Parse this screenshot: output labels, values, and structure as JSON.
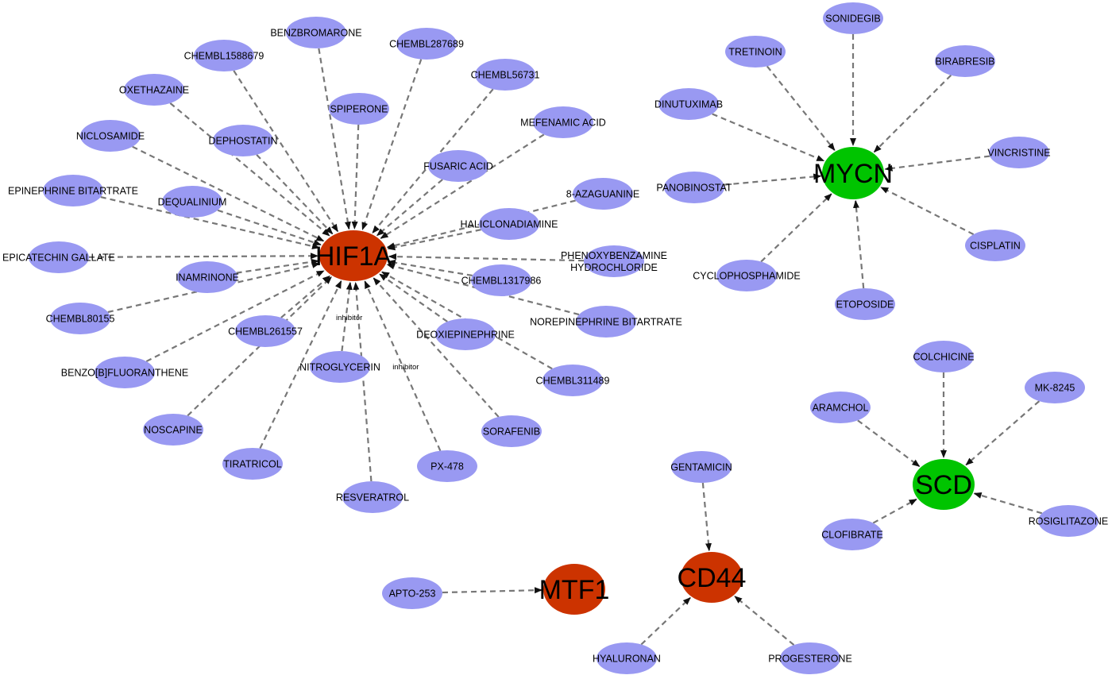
{
  "colors": {
    "drug_node": "#9999f2",
    "target_red": "#cc3300",
    "target_green": "#00c400",
    "edge": "#777777"
  },
  "targets": [
    {
      "id": "hif1a",
      "label": "HIF1A",
      "color": "#cc3300"
    },
    {
      "id": "mycn",
      "label": "MYCN",
      "color": "#00c400"
    },
    {
      "id": "scd",
      "label": "SCD",
      "color": "#00c400"
    },
    {
      "id": "cd44",
      "label": "CD44",
      "color": "#cc3300"
    },
    {
      "id": "mtf1",
      "label": "MTF1",
      "color": "#cc3300"
    }
  ],
  "drugs": [
    {
      "id": "benzbromarone",
      "label": "BENZBROMARONE",
      "target": "hif1a"
    },
    {
      "id": "chembl287689",
      "label": "CHEMBL287689",
      "target": "hif1a"
    },
    {
      "id": "chembl1588679",
      "label": "CHEMBL1588679",
      "target": "hif1a"
    },
    {
      "id": "chembl56731",
      "label": "CHEMBL56731",
      "target": "hif1a"
    },
    {
      "id": "oxethazaine",
      "label": "OXETHAZAINE",
      "target": "hif1a"
    },
    {
      "id": "spiperone",
      "label": "SPIPERONE",
      "target": "hif1a"
    },
    {
      "id": "mefenamic",
      "label": "MEFENAMIC ACID",
      "target": "hif1a"
    },
    {
      "id": "niclosamide",
      "label": "NICLOSAMIDE",
      "target": "hif1a"
    },
    {
      "id": "dephostatin",
      "label": "DEPHOSTATIN",
      "target": "hif1a"
    },
    {
      "id": "fusaric",
      "label": "FUSARIC ACID",
      "target": "hif1a"
    },
    {
      "id": "epinephrine",
      "label": "EPINEPHRINE BITARTRATE",
      "target": "hif1a"
    },
    {
      "id": "dequalinium",
      "label": "DEQUALINIUM",
      "target": "hif1a"
    },
    {
      "id": "azaguanine",
      "label": "8-AZAGUANINE",
      "target": "hif1a"
    },
    {
      "id": "haliclonadiamine",
      "label": "HALICLONADIAMINE",
      "target": "hif1a"
    },
    {
      "id": "epicatechin",
      "label": "EPICATECHIN GALLATE",
      "target": "hif1a"
    },
    {
      "id": "phenoxybenzamine",
      "label": "PHENOXYBENZAMINE",
      "label2": "HYDROCHLORIDE",
      "target": "hif1a"
    },
    {
      "id": "inamrinone",
      "label": "INAMRINONE",
      "target": "hif1a"
    },
    {
      "id": "chembl1317986",
      "label": "CHEMBL1317986",
      "target": "hif1a"
    },
    {
      "id": "chembl80155",
      "label": "CHEMBL80155",
      "target": "hif1a"
    },
    {
      "id": "norepinephrine",
      "label": "NOREPINEPHRINE BITARTRATE",
      "target": "hif1a"
    },
    {
      "id": "chembl261557",
      "label": "CHEMBL261557",
      "target": "hif1a"
    },
    {
      "id": "deoxiepinephrine",
      "label": "DEOXIEPINEPHRINE",
      "target": "hif1a"
    },
    {
      "id": "benzofluoranthene",
      "label": "BENZO[B]FLUORANTHENE",
      "target": "hif1a"
    },
    {
      "id": "nitroglycerin",
      "label": "NITROGLYCERIN",
      "target": "hif1a",
      "edge_label": "inhibitor"
    },
    {
      "id": "chembl311489",
      "label": "CHEMBL311489",
      "target": "hif1a"
    },
    {
      "id": "noscapine",
      "label": "NOSCAPINE",
      "target": "hif1a"
    },
    {
      "id": "sorafenib",
      "label": "SORAFENIB",
      "target": "hif1a"
    },
    {
      "id": "tiratricol",
      "label": "TIRATRICOL",
      "target": "hif1a"
    },
    {
      "id": "px478",
      "label": "PX-478",
      "target": "hif1a",
      "edge_label": "inhibitor"
    },
    {
      "id": "resveratrol",
      "label": "RESVERATROL",
      "target": "hif1a"
    },
    {
      "id": "sonidegib",
      "label": "SONIDEGIB",
      "target": "mycn"
    },
    {
      "id": "tretinoin",
      "label": "TRETINOIN",
      "target": "mycn"
    },
    {
      "id": "birabresib",
      "label": "BIRABRESIB",
      "target": "mycn"
    },
    {
      "id": "dinutuximab",
      "label": "DINUTUXIMAB",
      "target": "mycn"
    },
    {
      "id": "vincristine",
      "label": "VINCRISTINE",
      "target": "mycn"
    },
    {
      "id": "panobinostat",
      "label": "PANOBINOSTAT",
      "target": "mycn"
    },
    {
      "id": "cisplatin",
      "label": "CISPLATIN",
      "target": "mycn"
    },
    {
      "id": "cyclophosphamide",
      "label": "CYCLOPHOSPHAMIDE",
      "target": "mycn"
    },
    {
      "id": "etoposide",
      "label": "ETOPOSIDE",
      "target": "mycn"
    },
    {
      "id": "colchicine",
      "label": "COLCHICINE",
      "target": "scd"
    },
    {
      "id": "aramchol",
      "label": "ARAMCHOL",
      "target": "scd"
    },
    {
      "id": "mk8245",
      "label": "MK-8245",
      "target": "scd"
    },
    {
      "id": "clofibrate",
      "label": "CLOFIBRATE",
      "target": "scd"
    },
    {
      "id": "rosiglitazone",
      "label": "ROSIGLITAZONE",
      "target": "scd"
    },
    {
      "id": "gentamicin",
      "label": "GENTAMICIN",
      "target": "cd44"
    },
    {
      "id": "hyaluronan",
      "label": "HYALURONAN",
      "target": "cd44"
    },
    {
      "id": "progesterone",
      "label": "PROGESTERONE",
      "target": "cd44"
    },
    {
      "id": "apto253",
      "label": "APTO-253",
      "target": "mtf1"
    }
  ]
}
